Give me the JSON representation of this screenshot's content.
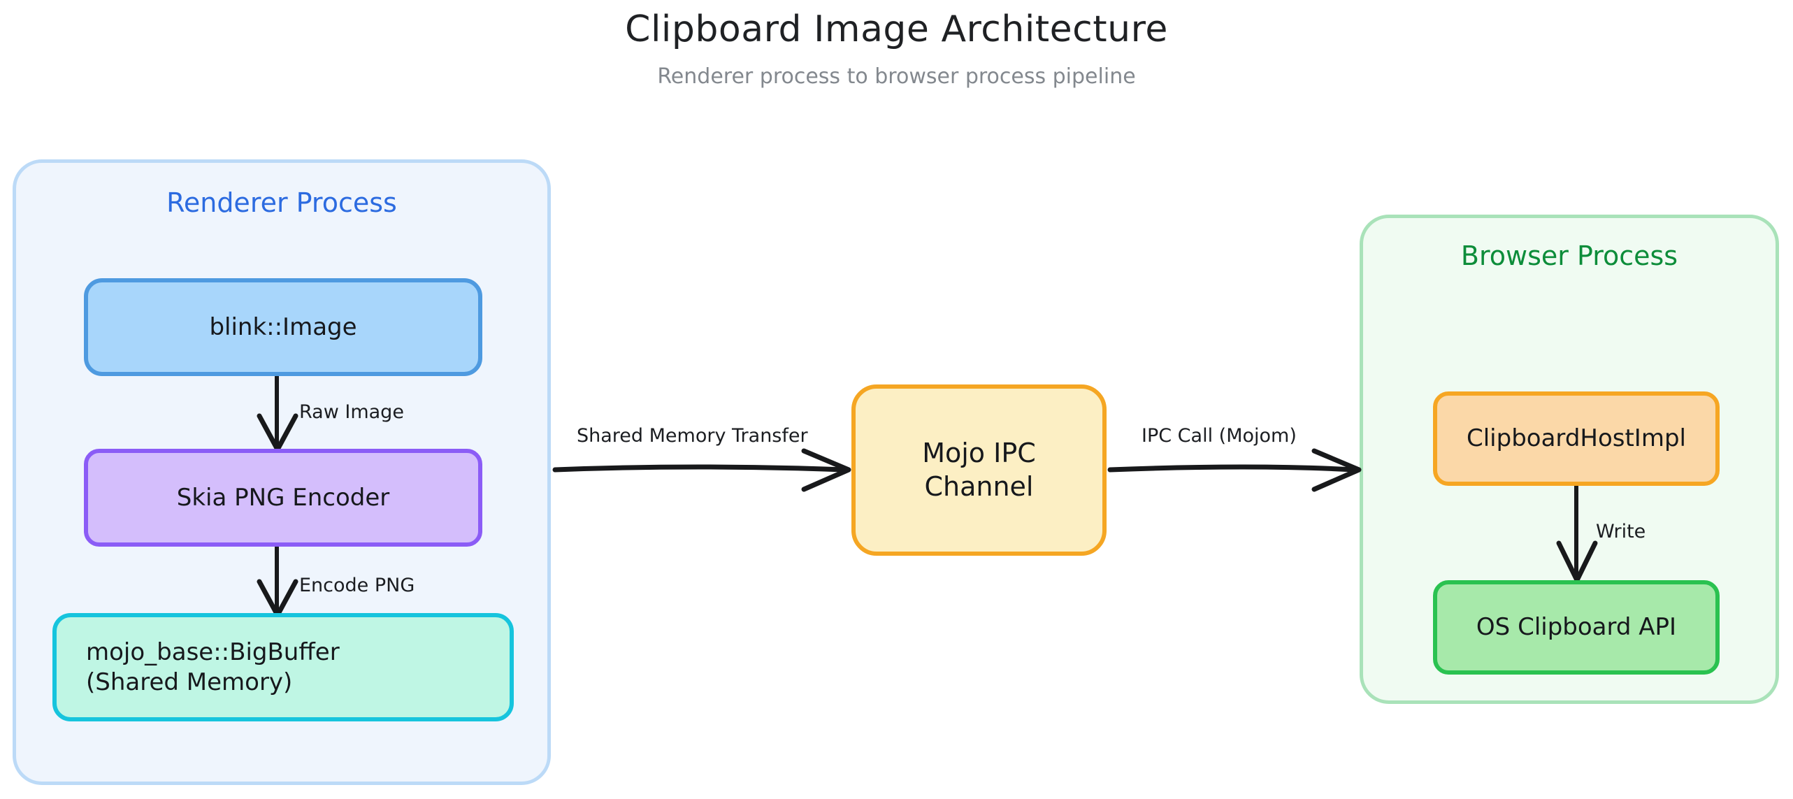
{
  "header": {
    "title": "Clipboard Image Architecture",
    "subtitle": "Renderer process to browser process pipeline"
  },
  "containers": [
    {
      "id": "renderer-process",
      "title": "Renderer Process",
      "title_color": "#2c6be0",
      "fill": "#eff5fd",
      "stroke": "#bcdaf7"
    },
    {
      "id": "browser-process",
      "title": "Browser Process",
      "title_color": "#0d8d3a",
      "fill": "#f0fbf2",
      "stroke": "#a9e2b9"
    }
  ],
  "nodes": [
    {
      "id": "blink-image",
      "label": "blink::Image",
      "parent": "renderer-process",
      "fill": "#a8d6fb",
      "stroke": "#4e9ae0"
    },
    {
      "id": "skia-encoder",
      "label": "Skia PNG Encoder",
      "parent": "renderer-process",
      "fill": "#d4befc",
      "stroke": "#8b5cf6"
    },
    {
      "id": "bigbuffer",
      "label_line1": "mojo_base::BigBuffer",
      "label_line2": "(Shared Memory)",
      "parent": "renderer-process",
      "fill": "#bff6e4",
      "stroke": "#16c4dd"
    },
    {
      "id": "mojo-channel",
      "label_line1": "Mojo IPC",
      "label_line2": "Channel",
      "parent": null,
      "fill": "#fcefc4",
      "stroke": "#f5a623"
    },
    {
      "id": "clipboard-host",
      "label": "ClipboardHostImpl",
      "parent": "browser-process",
      "fill": "#fbd8a8",
      "stroke": "#f6a623"
    },
    {
      "id": "os-clipboard",
      "label": "OS Clipboard API",
      "parent": "browser-process",
      "fill": "#a7e9aa",
      "stroke": "#2ac250"
    }
  ],
  "edges": [
    {
      "id": "raw-image",
      "from": "blink-image",
      "to": "skia-encoder",
      "label": "Raw Image",
      "direction": "down"
    },
    {
      "id": "encode-png",
      "from": "skia-encoder",
      "to": "bigbuffer",
      "label": "Encode PNG",
      "direction": "down"
    },
    {
      "id": "shared-mem",
      "from": "renderer-process",
      "to": "mojo-channel",
      "label": "Shared Memory Transfer",
      "direction": "right"
    },
    {
      "id": "ipc-call",
      "from": "mojo-channel",
      "to": "browser-process",
      "label": "IPC Call (Mojom)",
      "direction": "right"
    },
    {
      "id": "write",
      "from": "clipboard-host",
      "to": "os-clipboard",
      "label": "Write",
      "direction": "down"
    }
  ],
  "colors": {
    "edge_stroke": "#18191b",
    "page_background": "#ffffff",
    "title_text": "#1f2124",
    "subtitle_text": "#83888e"
  }
}
